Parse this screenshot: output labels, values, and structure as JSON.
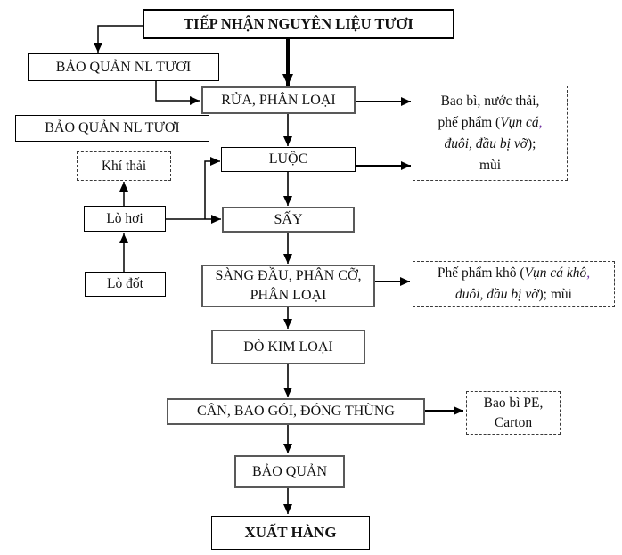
{
  "diagram": {
    "nodes": {
      "receive": "TIẾP NHẬN NGUYÊN LIỆU TƯƠI",
      "preserve_raw_1": "BẢO QUẢN NL TƯƠI",
      "preserve_raw_2": "BẢO QUẢN NL TƯƠI",
      "wash": "RỬA, PHÂN LOẠI",
      "boil": "LUỘC",
      "dry": "SẤY",
      "sieve_line1": "SÀNG ĐẦU, PHÂN CỠ,",
      "sieve_line2": "PHÂN LOẠI",
      "metal_detect": "DÒ KIM LOẠI",
      "pack": "CÂN, BAO GÓI, ĐÓNG THÙNG",
      "store": "BẢO QUẢN",
      "ship": "XUẤT HÀNG",
      "exhaust_gas": "Khí thải",
      "steam_boiler": "Lò hơi",
      "incinerator": "Lò đốt"
    },
    "side_outputs": {
      "wet_waste": {
        "line1": "Bao bì, nước thải,",
        "line2_normal": "phế phẩm (",
        "line2_italic": "Vụn cá",
        "line2_comma": ",",
        "line3_italic": "đuôi, đầu bị vỡ",
        "line3_normal": ");",
        "line4": "mùi"
      },
      "dry_waste": {
        "line1_normal": "Phế phẩm khô (",
        "line1_italic": "Vụn cá khô",
        "line1_comma": ",",
        "line2_italic": "đuôi, đầu bị vỡ",
        "line2_normal": "); mùi"
      },
      "packaging": {
        "line1": "Bao bì PE,",
        "line2": "Carton"
      }
    },
    "colors": {
      "line": "#000000",
      "box_border_gray": "#595959",
      "italic_comma": "#7030a0",
      "background": "#ffffff"
    }
  }
}
